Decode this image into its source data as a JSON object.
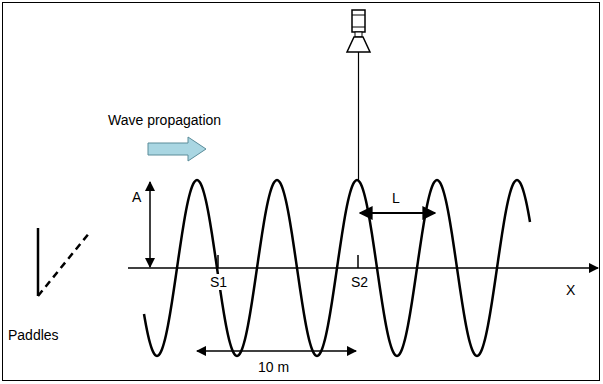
{
  "diagram": {
    "labels": [
      "Wave propagation",
      "A",
      "L",
      "S1",
      "S2",
      "X",
      "Paddles",
      "10 m"
    ]
  }
}
